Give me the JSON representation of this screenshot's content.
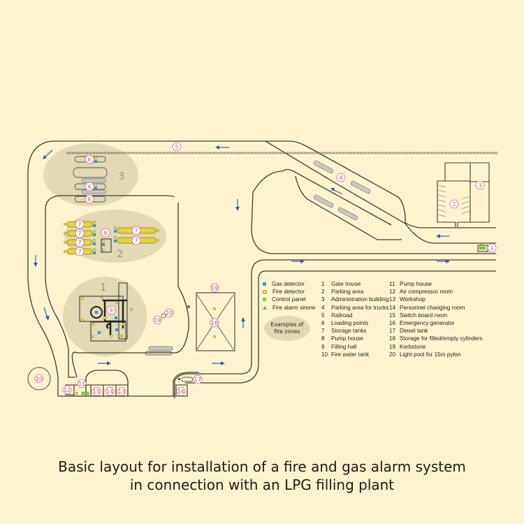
{
  "caption": {
    "line1": "Basic layout for installation of a fire and gas alarm system",
    "line2": "in connection with an LPG filling plant"
  },
  "zones": [
    {
      "label": "1"
    },
    {
      "label": "2"
    },
    {
      "label": "3"
    }
  ],
  "symbols_legend": [
    {
      "icon": "gas-detector-icon",
      "label": "Gas detector",
      "color": "#2a9ad8"
    },
    {
      "icon": "fire-detector-icon",
      "label": "Fire detector",
      "color": "#f2e23a"
    },
    {
      "icon": "control-panel-icon",
      "label": "Control panel",
      "color": "#7cd43a"
    },
    {
      "icon": "fire-alarm-sirene-icon",
      "label": "Fire alarm sirene",
      "color": "#d07a2a"
    }
  ],
  "zone_example": {
    "line1": "Examples of",
    "line2": "fire zones"
  },
  "key_col1": [
    {
      "num": "1",
      "label": "Gate house"
    },
    {
      "num": "2",
      "label": "Parking area"
    },
    {
      "num": "3",
      "label": "Administration building"
    },
    {
      "num": "4",
      "label": "Parking area for trucks"
    },
    {
      "num": "5",
      "label": "Railroad"
    },
    {
      "num": "6",
      "label": "Loading points"
    },
    {
      "num": "7",
      "label": "Storage tanks"
    },
    {
      "num": "8",
      "label": "Pump house"
    },
    {
      "num": "9",
      "label": "Filling hall"
    },
    {
      "num": "10",
      "label": "Fire water tank"
    }
  ],
  "key_col2": [
    {
      "num": "11",
      "label": "Pump house"
    },
    {
      "num": "12",
      "label": "Air compressor room"
    },
    {
      "num": "13",
      "label": "Workshop"
    },
    {
      "num": "14",
      "label": "Personnel changing room"
    },
    {
      "num": "15",
      "label": "Switch board room"
    },
    {
      "num": "16",
      "label": "Emergency generator"
    },
    {
      "num": "17",
      "label": "Diesel tank"
    },
    {
      "num": "18",
      "label": "Storage for filled/empty cylinders"
    },
    {
      "num": "19",
      "label": "Kerbstone"
    },
    {
      "num": "20",
      "label": "Light pool for 15m pylon"
    }
  ],
  "markers": {
    "m1": "1",
    "m2": "2",
    "m3": "3",
    "m4": "4",
    "m5": "5",
    "m6a": "6",
    "m6b": "6",
    "m6c": "6",
    "m7a": "7",
    "m7b": "7",
    "m7c": "7",
    "m7d": "7",
    "m7e": "7",
    "m7f": "7",
    "m8": "8",
    "m9": "9",
    "m10": "10",
    "m11": "11",
    "m12": "12",
    "m13": "13",
    "m14": "14",
    "m15": "15",
    "m16": "16",
    "m17": "17",
    "m18": "18",
    "m19a": "19",
    "m19b": "19",
    "m20": "20"
  }
}
